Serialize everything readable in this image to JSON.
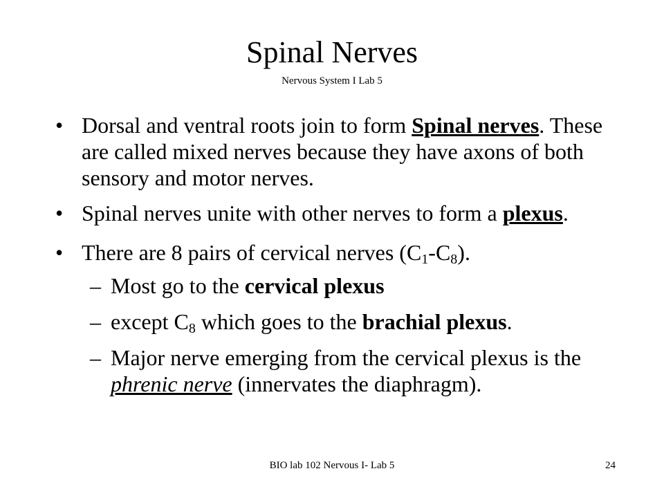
{
  "slide": {
    "title": "Spinal Nerves",
    "subtitle": "Nervous System I Lab 5",
    "bullet_glyph": "•",
    "dash_glyph": "–",
    "bullets": [
      {
        "t1": "Dorsal and ventral roots join to form ",
        "u1": "Spinal nerves",
        "t2": ".  These are called mixed nerves because they have axons of both sensory and motor nerves."
      },
      {
        "t1": "Spinal nerves unite with other nerves to form a ",
        "u1": "plexus",
        "t2": "."
      },
      {
        "t1": "There are 8 pairs of cervical nerves (C",
        "s1": "1",
        "t2": "-C",
        "s2": "8",
        "t3": ")."
      }
    ],
    "subbullets": [
      {
        "t1": "Most go to the ",
        "b1": "cervical plexus"
      },
      {
        "t1": "except C",
        "s1": "8",
        "t2": " which goes to the ",
        "b1": "brachial plexus",
        "t3": "."
      },
      {
        "t1": "Major nerve emerging from the cervical plexus is the ",
        "u1": "phrenic nerve",
        "t2": " (innervates the diaphragm)."
      }
    ],
    "footer": "BIO lab 102 Nervous I- Lab 5",
    "page_number": "24"
  }
}
